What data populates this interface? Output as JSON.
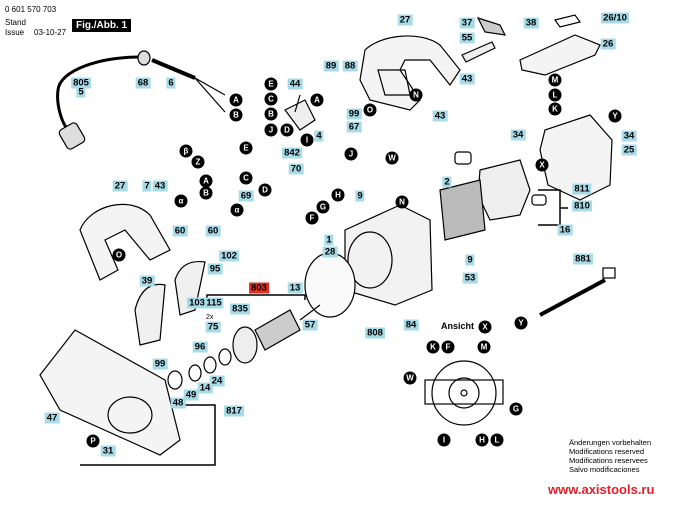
{
  "header": {
    "part_number": "0 601 570 703",
    "stand_label": "Stand",
    "issue_label": "Issue",
    "issue_date": "03-10-27",
    "figure_label": "Fig./Abb. 1"
  },
  "view_label": "Ansicht",
  "view_marker": "X",
  "quantity_note": "2x",
  "notes": [
    "Änderungen vorbehalten",
    "Modifications reserved",
    "Modifications reservees",
    "Salvo modificaciones"
  ],
  "website": "www.axistools.ru",
  "highlight_color": "#a8dbe8",
  "accent_color": "#e0301e",
  "part_labels": {
    "p805": "805",
    "p5": "5",
    "p68": "68",
    "p6": "6",
    "p44": "44",
    "p4": "4",
    "p842": "842",
    "p89": "89",
    "p88": "88",
    "p99a": "99",
    "p67": "67",
    "p27a": "27",
    "p37": "37",
    "p38": "38",
    "p55": "55",
    "p43a": "43",
    "p43b": "43",
    "p26_10": "26/10",
    "p26": "26",
    "p34a": "34",
    "p34b": "34",
    "p25": "25",
    "p7": "7",
    "p43c": "43",
    "p69": "69",
    "p70": "70",
    "p60a": "60",
    "p60b": "60",
    "p27b": "27",
    "p39": "39",
    "p102": "102",
    "p95": "95",
    "p103": "103",
    "p115": "115",
    "p803": "803",
    "p835": "835",
    "p13": "13",
    "p57": "57",
    "p28": "28",
    "p1": "1",
    "p9a": "9",
    "p9b": "9",
    "p2": "2",
    "p53": "53",
    "p808": "808",
    "p84": "84",
    "p811": "811",
    "p810": "810",
    "p16": "16",
    "p881": "881",
    "p75": "75",
    "p96": "96",
    "p99b": "99",
    "p48": "48",
    "p49": "49",
    "p14": "14",
    "p24": "24",
    "p817": "817",
    "p47": "47",
    "p31": "31"
  },
  "connector_markers": {
    "m_A1": "A",
    "m_B1": "B",
    "m_E1": "E",
    "m_C1": "C",
    "m_B2": "B",
    "m_J1": "J",
    "m_D1": "D",
    "m_A2": "A",
    "m_I1": "I",
    "m_O1": "O",
    "m_N1": "N",
    "m_J2": "J",
    "m_W1": "W",
    "m_M1": "M",
    "m_L1": "L",
    "m_K1": "K",
    "m_Y1": "Y",
    "m_X1": "X",
    "m_beta": "β",
    "m_Z": "Z",
    "m_E2": "E",
    "m_C2": "C",
    "m_A3": "A",
    "m_B3": "B",
    "m_D2": "D",
    "m_alpha1": "α",
    "m_alpha2": "α",
    "m_H1": "H",
    "m_G1": "G",
    "m_F1": "F",
    "m_O2": "O",
    "m_N2": "N",
    "m_Y2": "Y",
    "m_P": "P",
    "m_K2": "K",
    "m_F2": "F",
    "m_M2": "M",
    "m_W2": "W",
    "m_G2": "G",
    "m_I2": "I",
    "m_H2": "H",
    "m_L2": "L"
  }
}
